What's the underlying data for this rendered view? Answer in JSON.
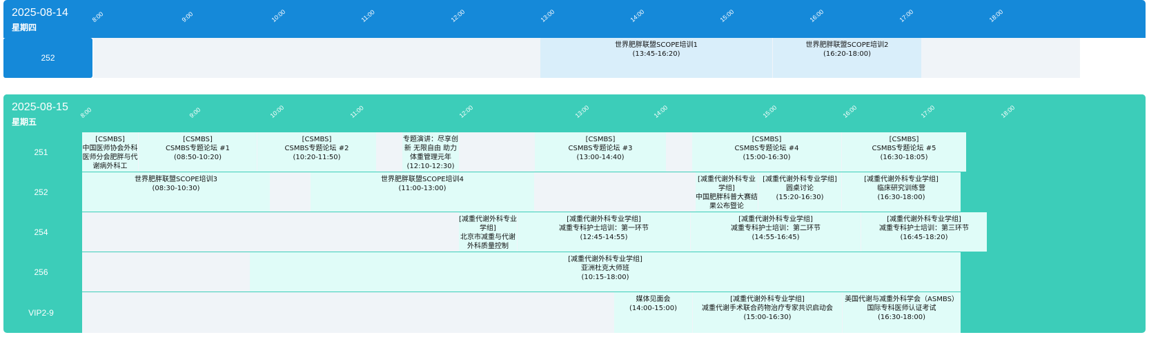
{
  "days": [
    {
      "date": "2025-08-14",
      "weekday": "星期四",
      "ticks": [
        "8:00",
        "9:00",
        "10:00",
        "11:00",
        "12:00",
        "13:00",
        "14:00",
        "15:00",
        "16:00",
        "17:00",
        "18:00"
      ],
      "rooms": [
        {
          "name": "252",
          "events": [
            {
              "title": "世界肥胖联盟SCOPE培训1",
              "time": "(13:45-16:20)"
            },
            {
              "title": "世界肥胖联盟SCOPE培训2",
              "time": "(16:20-18:00)"
            }
          ]
        }
      ]
    },
    {
      "date": "2025-08-15",
      "weekday": "星期五",
      "ticks": [
        "8:00",
        "9:00",
        "10:00",
        "11:00",
        "12:00",
        "13:00",
        "14:00",
        "15:00",
        "16:00",
        "17:00",
        "18:00"
      ],
      "rooms": [
        {
          "name": "251",
          "events": [
            {
              "org": "[CSMBS]",
              "title": "中国医师协会外科医师分会肥胖与代谢病外科工",
              "time": ""
            },
            {
              "org": "[CSMBS]",
              "title": "CSMBS专题论坛 #1",
              "time": "(08:50-10:20)"
            },
            {
              "org": "[CSMBS]",
              "title": "CSMBS专题论坛 #2",
              "time": "(10:20-11:50)"
            },
            {
              "org": "",
              "title": "专题演讲：尽享创新 无限自由 助力体重管理元年",
              "time": "(12:10-12:30)"
            },
            {
              "org": "[CSMBS]",
              "title": "CSMBS专题论坛 #3",
              "time": "(13:00-14:40)"
            },
            {
              "org": "[CSMBS]",
              "title": "CSMBS专题论坛 #4",
              "time": "(15:00-16:30)"
            },
            {
              "org": "[CSMBS]",
              "title": "CSMBS专题论坛 #5",
              "time": "(16:30-18:05)"
            }
          ]
        },
        {
          "name": "252",
          "events": [
            {
              "org": "",
              "title": "世界肥胖联盟SCOPE培训3",
              "time": "(08:30-10:30)"
            },
            {
              "org": "",
              "title": "世界肥胖联盟SCOPE培训4",
              "time": "(11:00-13:00)"
            },
            {
              "org": "[减重代谢外科专业学组]",
              "title": "中国肥胖科普大赛结果公布暨论",
              "time": ""
            },
            {
              "org": "[减重代谢外科专业学组]",
              "title": "圆桌讨论",
              "time": "(15:20-16:30)"
            },
            {
              "org": "[减重代谢外科专业学组]",
              "title": "临床研究训练营",
              "time": "(16:30-18:00)"
            }
          ]
        },
        {
          "name": "254",
          "events": [
            {
              "org": "[减重代谢外科专业学组]",
              "title": "北京市减重与代谢外科质量控制",
              "time": ""
            },
            {
              "org": "[减重代谢外科专业学组]",
              "title": "减重专科护士培训：第一环节",
              "time": "(12:45-14:55)"
            },
            {
              "org": "[减重代谢外科专业学组]",
              "title": "减重专科护士培训：第二环节",
              "time": "(14:55-16:45)"
            },
            {
              "org": "[减重代谢外科专业学组]",
              "title": "减重专科护士培训：第三环节",
              "time": "(16:45-18:20)"
            }
          ]
        },
        {
          "name": "256",
          "events": [
            {
              "org": "[减重代谢外科专业学组]",
              "title": "亚洲杜克大师班",
              "time": "(10:15-18:00)"
            }
          ]
        },
        {
          "name": "VIP2-9",
          "events": [
            {
              "org": "",
              "title": "媒体见面会",
              "time": "(14:00-15:00)"
            },
            {
              "org": "[减重代谢外科专业学组]",
              "title": "减重代谢手术联合药物治疗专家共识启动会",
              "time": "(15:00-16:30)"
            },
            {
              "org": "",
              "title": "美国代谢与减重外科学会（ASMBS）国际专科医师认证考试",
              "time": "(16:30-18:00)"
            }
          ]
        }
      ]
    }
  ],
  "colors": {
    "day1_header": "#1589d9",
    "day2_header": "#3ccdb9",
    "track": "#f0f4f8",
    "event_blue": "#d9eefa",
    "event_teal": "#e0fcf8"
  }
}
